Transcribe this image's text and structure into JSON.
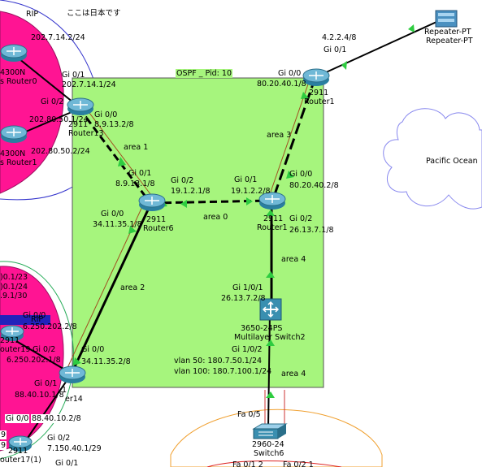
{
  "areas": {
    "rip_top": "RIP",
    "japan_note": "ここは日本です",
    "ospf": "OSPF _ Pid: 10",
    "rip_left": "RIP",
    "pacific": "Pacific Ocean"
  },
  "ospf_areas": {
    "a0": "area 0",
    "a1": "area 1",
    "a2": "area 2",
    "a3": "area 3",
    "a4a": "area 4",
    "a4b": "area 4"
  },
  "devices": {
    "router0_model": "4300N",
    "router0_name": "s Router0",
    "router1left_model": "4300N",
    "router1left_name": "s Router1",
    "router13_model": "2911",
    "router13_name": "Router13",
    "router6_model": "2911",
    "router6_name": "Router6",
    "router1_model": "2911",
    "router1_name": "Router1",
    "router1b_model": "2911",
    "router1b_name": "Router1",
    "router19_model": "2911",
    "router19_name": "outer19",
    "router14_model": "1",
    "router14_name": "er14",
    "router17_model": "2911",
    "router17_name": "outer17(1)",
    "repeater_model": "Repeater-PT",
    "repeater_name": "Repeater-PT",
    "mls_model": "3650-24PS",
    "mls_name": "Multilayer Switch2",
    "switch_model": "2960-24",
    "switch_name": "Switch6"
  },
  "labels": {
    "ip_202_7_14_2": "202.7.14.2/24",
    "gi01_r13": "Gi 0/1",
    "ip_202_7_14_1": "202.7.14.1/24",
    "gi02_r13": "Gi 0/2",
    "ip_202_80_50_1": "202.80.50.1/24",
    "ip_202_80_50_2": "202.80.50.2/24",
    "gi00_r13": "Gi 0/0",
    "ip_8_9_13_2": "8.9.13.2/8",
    "gi01_r6": "Gi 0/1",
    "ip_8_9_13_1": "8.9.13.1/8",
    "gi02_r6": "Gi 0/2",
    "ip_19_1_2_1": "19.1.2.1/8",
    "gi01_r1b": "Gi 0/1",
    "ip_19_1_2_2": "19.1.2.2/8",
    "gi00_r6": "Gi 0/0",
    "ip_34_11_35_1": "34.11.35.1/8",
    "gi00_r1": "Gi 0/0",
    "ip_80_20_40_1": "80.20.40.1/8",
    "ip_4_2_2_4": "4.2.2.4/8",
    "gi01_r1": "Gi 0/1",
    "gi00_r1b": "Gi 0/0",
    "ip_80_20_40_2": "80.20.40.2/8",
    "gi02_r1b": "Gi 0/2",
    "ip_26_13_7_1": "26.13.7.1/8",
    "gi101": "Gi 1/0/1",
    "ip_26_13_7_2": "26.13.7.2/8",
    "gi102": "Gi 1/0/2",
    "vlan50": "vlan 50:   180.7.50.1/24",
    "vlan100": "vlan 100: 180.7.100.1/24",
    "fa05": "Fa 0/5",
    "gi00_r14": "Gi 0/0",
    "ip_34_11_35_2": "34.11.35.2/8",
    "gi00_r19": "Gi 0/0",
    "ip_6_250_202_2": "6.250.202.2/8",
    "gi02_r14": "Gi 0/2",
    "ip_6_250_202_1": "6.250.202.1/8",
    "gi01_r14": "Gi 0/1",
    "ip_88_40_10_1": "88.40.10.1/8",
    "gi00_r17": "Gi 0/0",
    "ip_88_40_10_2": "88.40.10.2/8",
    "gi02_r17": "Gi 0/2",
    "ip_7_150_40_1": "7.150.40.1/29",
    "gi01_r17": "Gi 0/1",
    "left_frag1": ")0.1/23",
    "left_frag2": ")0.1/24",
    "left_frag3": ".9.1/30",
    "left_frag4": "9",
    "left_frag5": "9",
    "fa01": "Fa 0/1 2",
    "fa02": "Fa 0/2 1"
  },
  "colors": {
    "ospf_area": "#a6f57d",
    "rip_area": "#ff1493",
    "router": "#3a8fb0",
    "link_green": "#2ecc40"
  }
}
